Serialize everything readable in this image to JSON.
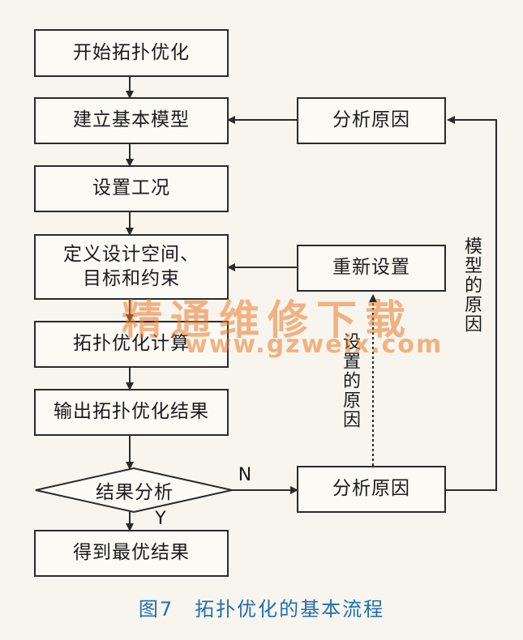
{
  "boxes": {
    "start": "开始拓扑优化",
    "build_model": "建立基本模型",
    "set_conditions": "设置工况",
    "define": "定义设计空间、\n目标和约束",
    "compute": "拓扑优化计算",
    "output": "输出拓扑优化结果",
    "decision": "结果分析",
    "final": "得到最优结果",
    "analyze_top": "分析原因",
    "reset": "重新设置",
    "analyze_bottom": "分析原因"
  },
  "labels": {
    "no": "N",
    "yes": "Y",
    "model_reason": "模型的原因",
    "setting_reason": "设置的原因"
  },
  "watermark": {
    "main": "精通维修下载",
    "url": "www.gzweix.com"
  },
  "caption": "图7　拓扑优化的基本流程",
  "colors": {
    "line": "#2a2a2a",
    "caption": "#1f6fb0",
    "watermark": "#ec7828"
  }
}
